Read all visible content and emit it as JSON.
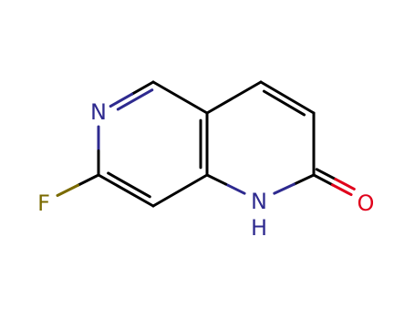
{
  "molecule": {
    "atoms": [
      {
        "id": "N6",
        "symbol": "N",
        "color": "#2e2a8f"
      },
      {
        "id": "F7",
        "symbol": "F",
        "color": "#7a6a00"
      },
      {
        "id": "N1",
        "symbol": "N",
        "subscript_below": "H",
        "color": "#2e2a8f"
      },
      {
        "id": "O2",
        "symbol": "O",
        "color": "#e0001b"
      }
    ],
    "bond_color": "#000000",
    "hetero_bond_colors": {
      "N": "#2e2a8f",
      "F": "#7a6a00",
      "O": "#e0001b"
    }
  }
}
